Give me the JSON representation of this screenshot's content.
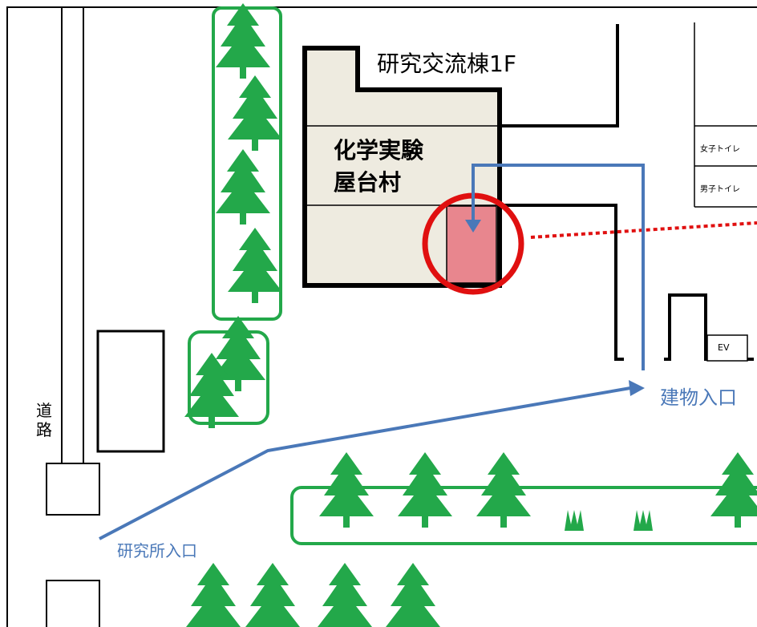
{
  "map": {
    "building_title": "研究交流棟1F",
    "room_name_line1": "化学実験",
    "room_name_line2": "屋台村",
    "womens_restroom": "女子トイレ",
    "mens_restroom": "男子トイレ",
    "elevator": "EV",
    "road": "道路",
    "building_entrance": "建物入口",
    "institute_entrance": "研究所入口"
  },
  "colors": {
    "tree": "#23a84a",
    "route": "#4a78b8",
    "highlight_room": "#e8868e",
    "highlight_circle": "#e01010",
    "building_fill": "#eeebe0"
  }
}
